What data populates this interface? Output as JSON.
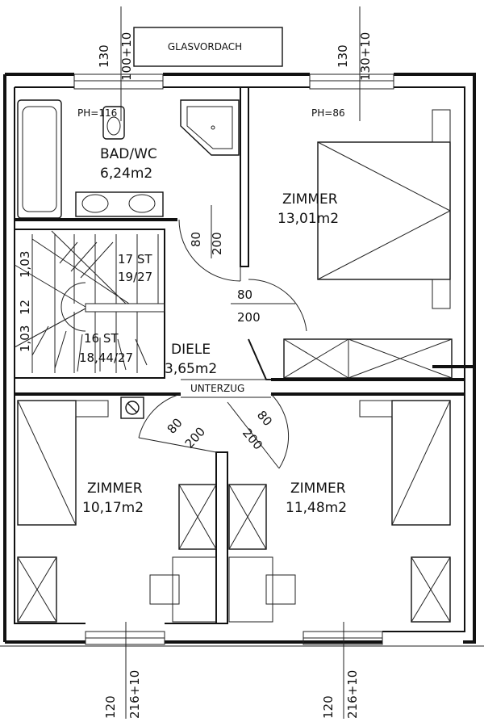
{
  "top_labels": {
    "canopy": "GLASVORDACH",
    "window_left_a": "130",
    "window_left_b": "100+10",
    "window_right_a": "130",
    "window_right_b": "130+10"
  },
  "bottom_labels": {
    "window_left_a": "120",
    "window_left_b": "216+10",
    "window_right_a": "120",
    "window_right_b": "216+10"
  },
  "rooms": {
    "bad": {
      "name": "BAD/WC",
      "area": "6,24m2",
      "ph": "PH=116"
    },
    "zimmer_ne": {
      "name": "ZIMMER",
      "area": "13,01m2",
      "ph": "PH=86"
    },
    "diele": {
      "name": "DIELE",
      "area": "3,65m2",
      "beam": "UNTERZUG"
    },
    "zimmer_sw": {
      "name": "ZIMMER",
      "area": "10,17m2"
    },
    "zimmer_se": {
      "name": "ZIMMER",
      "area": "11,48m2"
    }
  },
  "stairs": {
    "upper_a": "17 ST",
    "upper_b": "19/27",
    "lower_a": "16 ST",
    "lower_b": "18,44/27",
    "dim_top": "1,03",
    "dim_mid": "12",
    "dim_bottom": "1,03"
  },
  "doors": {
    "bad": {
      "w": "80",
      "h": "200"
    },
    "zimmer_ne": {
      "w": "80",
      "h": "200"
    },
    "zimmer_sw": {
      "w": "80",
      "h": "200"
    },
    "zimmer_se": {
      "w": "80",
      "h": "200"
    }
  }
}
